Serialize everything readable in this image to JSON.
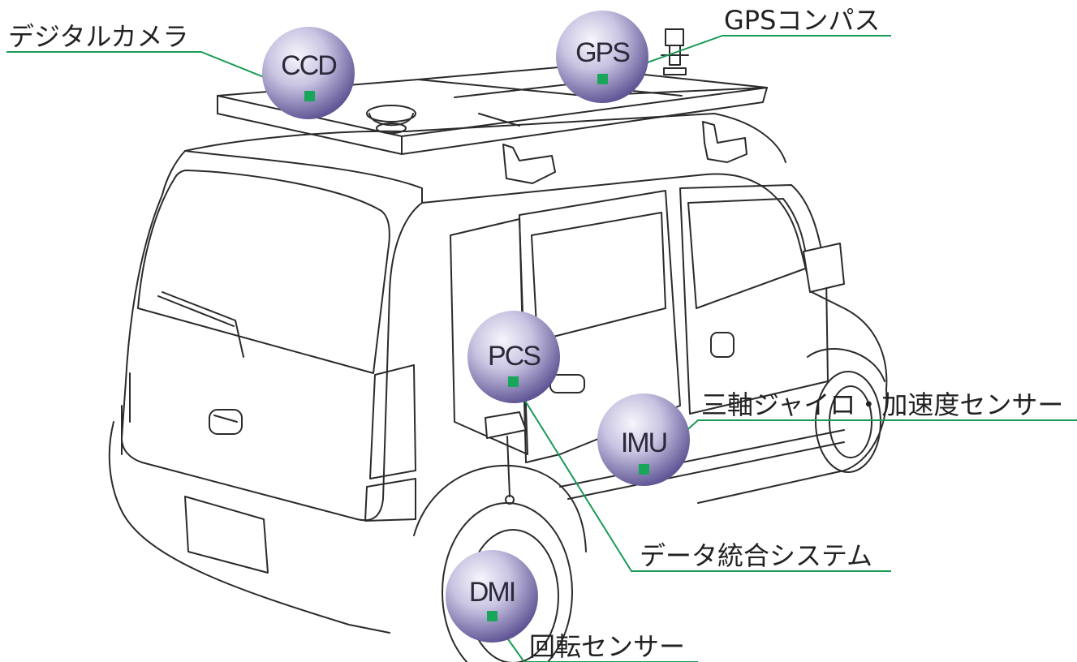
{
  "diagram": {
    "colors": {
      "leader_line": "#1a9a55",
      "marker": "#19a55a",
      "bubble_light": "#f6f5fb",
      "bubble_mid": "#b9b3d6",
      "bubble_dark": "#6a5f9e",
      "vehicle_stroke": "#2b2b2b"
    },
    "callouts": {
      "ccd": {
        "bubble": "CCD",
        "label": "デジタルカメラ"
      },
      "gps": {
        "bubble": "GPS",
        "label": "GPSコンパス"
      },
      "pcs": {
        "bubble": "PCS",
        "label": "データ統合システム"
      },
      "imu": {
        "bubble": "IMU",
        "label": "三軸ジャイロ・加速度センサー"
      },
      "dmi": {
        "bubble": "DMI",
        "label": "回転センサー"
      }
    }
  }
}
